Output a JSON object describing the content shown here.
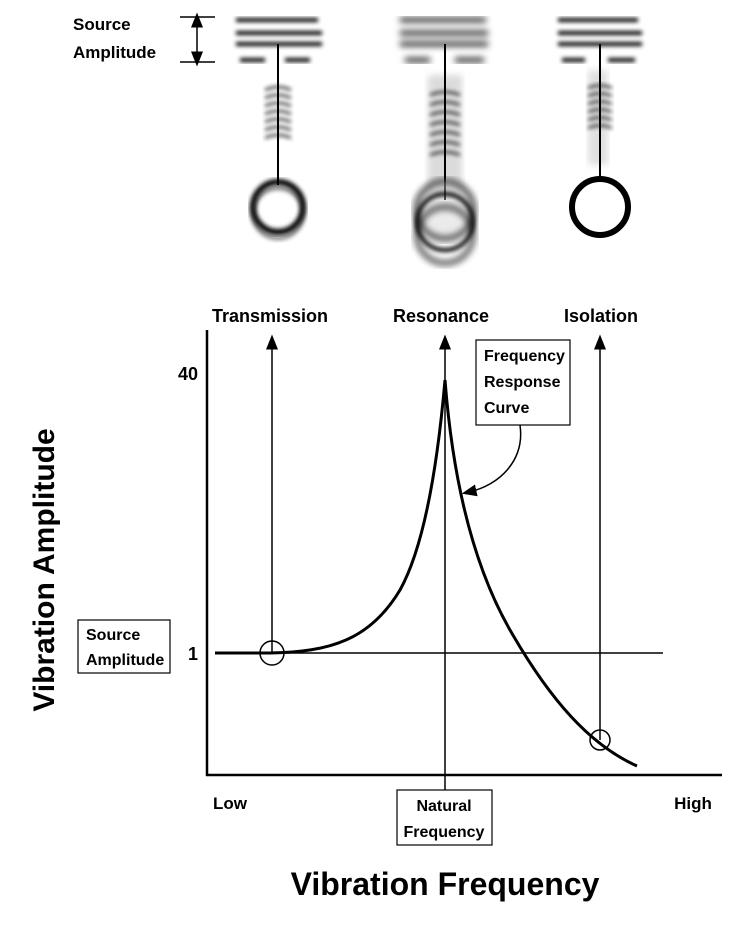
{
  "top": {
    "source_amplitude_line1": "Source",
    "source_amplitude_line2": "Amplitude"
  },
  "states": {
    "transmission": "Transmission",
    "resonance": "Resonance",
    "isolation": "Isolation"
  },
  "axes": {
    "y_label": "Vibration Amplitude",
    "x_label": "Vibration Frequency",
    "y_tick_top": "40",
    "y_tick_one": "1",
    "x_low": "Low",
    "x_high": "High"
  },
  "boxes": {
    "source_line1": "Source",
    "source_line2": "Amplitude",
    "curve_line1": "Frequency",
    "curve_line2": "Response",
    "curve_line3": "Curve",
    "natural_line1": "Natural",
    "natural_line2": "Frequency"
  },
  "colors": {
    "ink": "#000000",
    "blur": "#888888"
  }
}
